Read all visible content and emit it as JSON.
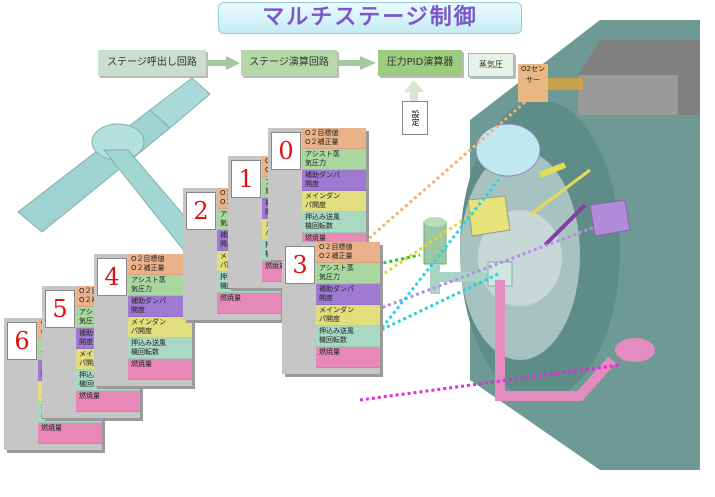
{
  "title": "マルチステージ制御",
  "flow": {
    "stage_call": "ステージ呼出し回路",
    "stage_calc": "ステージ演算回路",
    "pid": "圧力PID演算器",
    "steam_pressure": "蒸気圧",
    "setpoint": "設定"
  },
  "sensor_label": "O2センサー",
  "colors": {
    "title_text": "#7b58c9",
    "stage_number": "#e01010"
  },
  "panels": [
    {
      "number": "6",
      "rows": [
        "O２目標値\nO２補正量",
        "アシスト蒸\n気圧力",
        "補助ダンパ\n開度",
        "メインダン\nパ開度",
        "押込み送風\n機回転数",
        "燃焼量"
      ]
    },
    {
      "number": "5",
      "rows": [
        "O２目標値\nO２補正量",
        "アシスト蒸\n気圧力",
        "補助ダンパ\n開度",
        "メインダン\nパ開度",
        "押込み送風\n機回転数",
        "燃焼量"
      ]
    },
    {
      "number": "4",
      "rows": [
        "O２目標値\nO２補正量",
        "アシスト蒸\n気圧力",
        "補助ダンパ\n開度",
        "メインダン\nパ開度",
        "押込み送風\n機回転数",
        "燃焼量"
      ]
    },
    {
      "number": "2",
      "rows": [
        "O２目標値\nO２補正量",
        "アシスト蒸\n気圧力",
        "補助ダンパ\n開度",
        "メインダン\nパ開度",
        "押込み送風\n機回転数",
        "燃焼量"
      ]
    },
    {
      "number": "1",
      "rows": [
        "O２目標値\nO２補正量",
        "アシスト蒸\n気圧力",
        "補助ダンパ\n開度",
        "メインダン\nパ開度",
        "押込み送風\n機回転数",
        "燃焼量"
      ]
    },
    {
      "number": "0",
      "rows": [
        "O２目標値\nO２補正量",
        "アシスト蒸\n気圧力",
        "補助ダンパ\n開度",
        "メインダン\nパ開度",
        "押込み送風\n機回転数",
        "燃焼量"
      ]
    },
    {
      "number": "3",
      "rows": [
        "O２目標値\nO２補正量",
        "アシスト蒸\n気圧力",
        "補助ダンパ\n開度",
        "メインダン\nパ開度",
        "押込み送風\n機回転数",
        "燃焼量"
      ]
    }
  ]
}
